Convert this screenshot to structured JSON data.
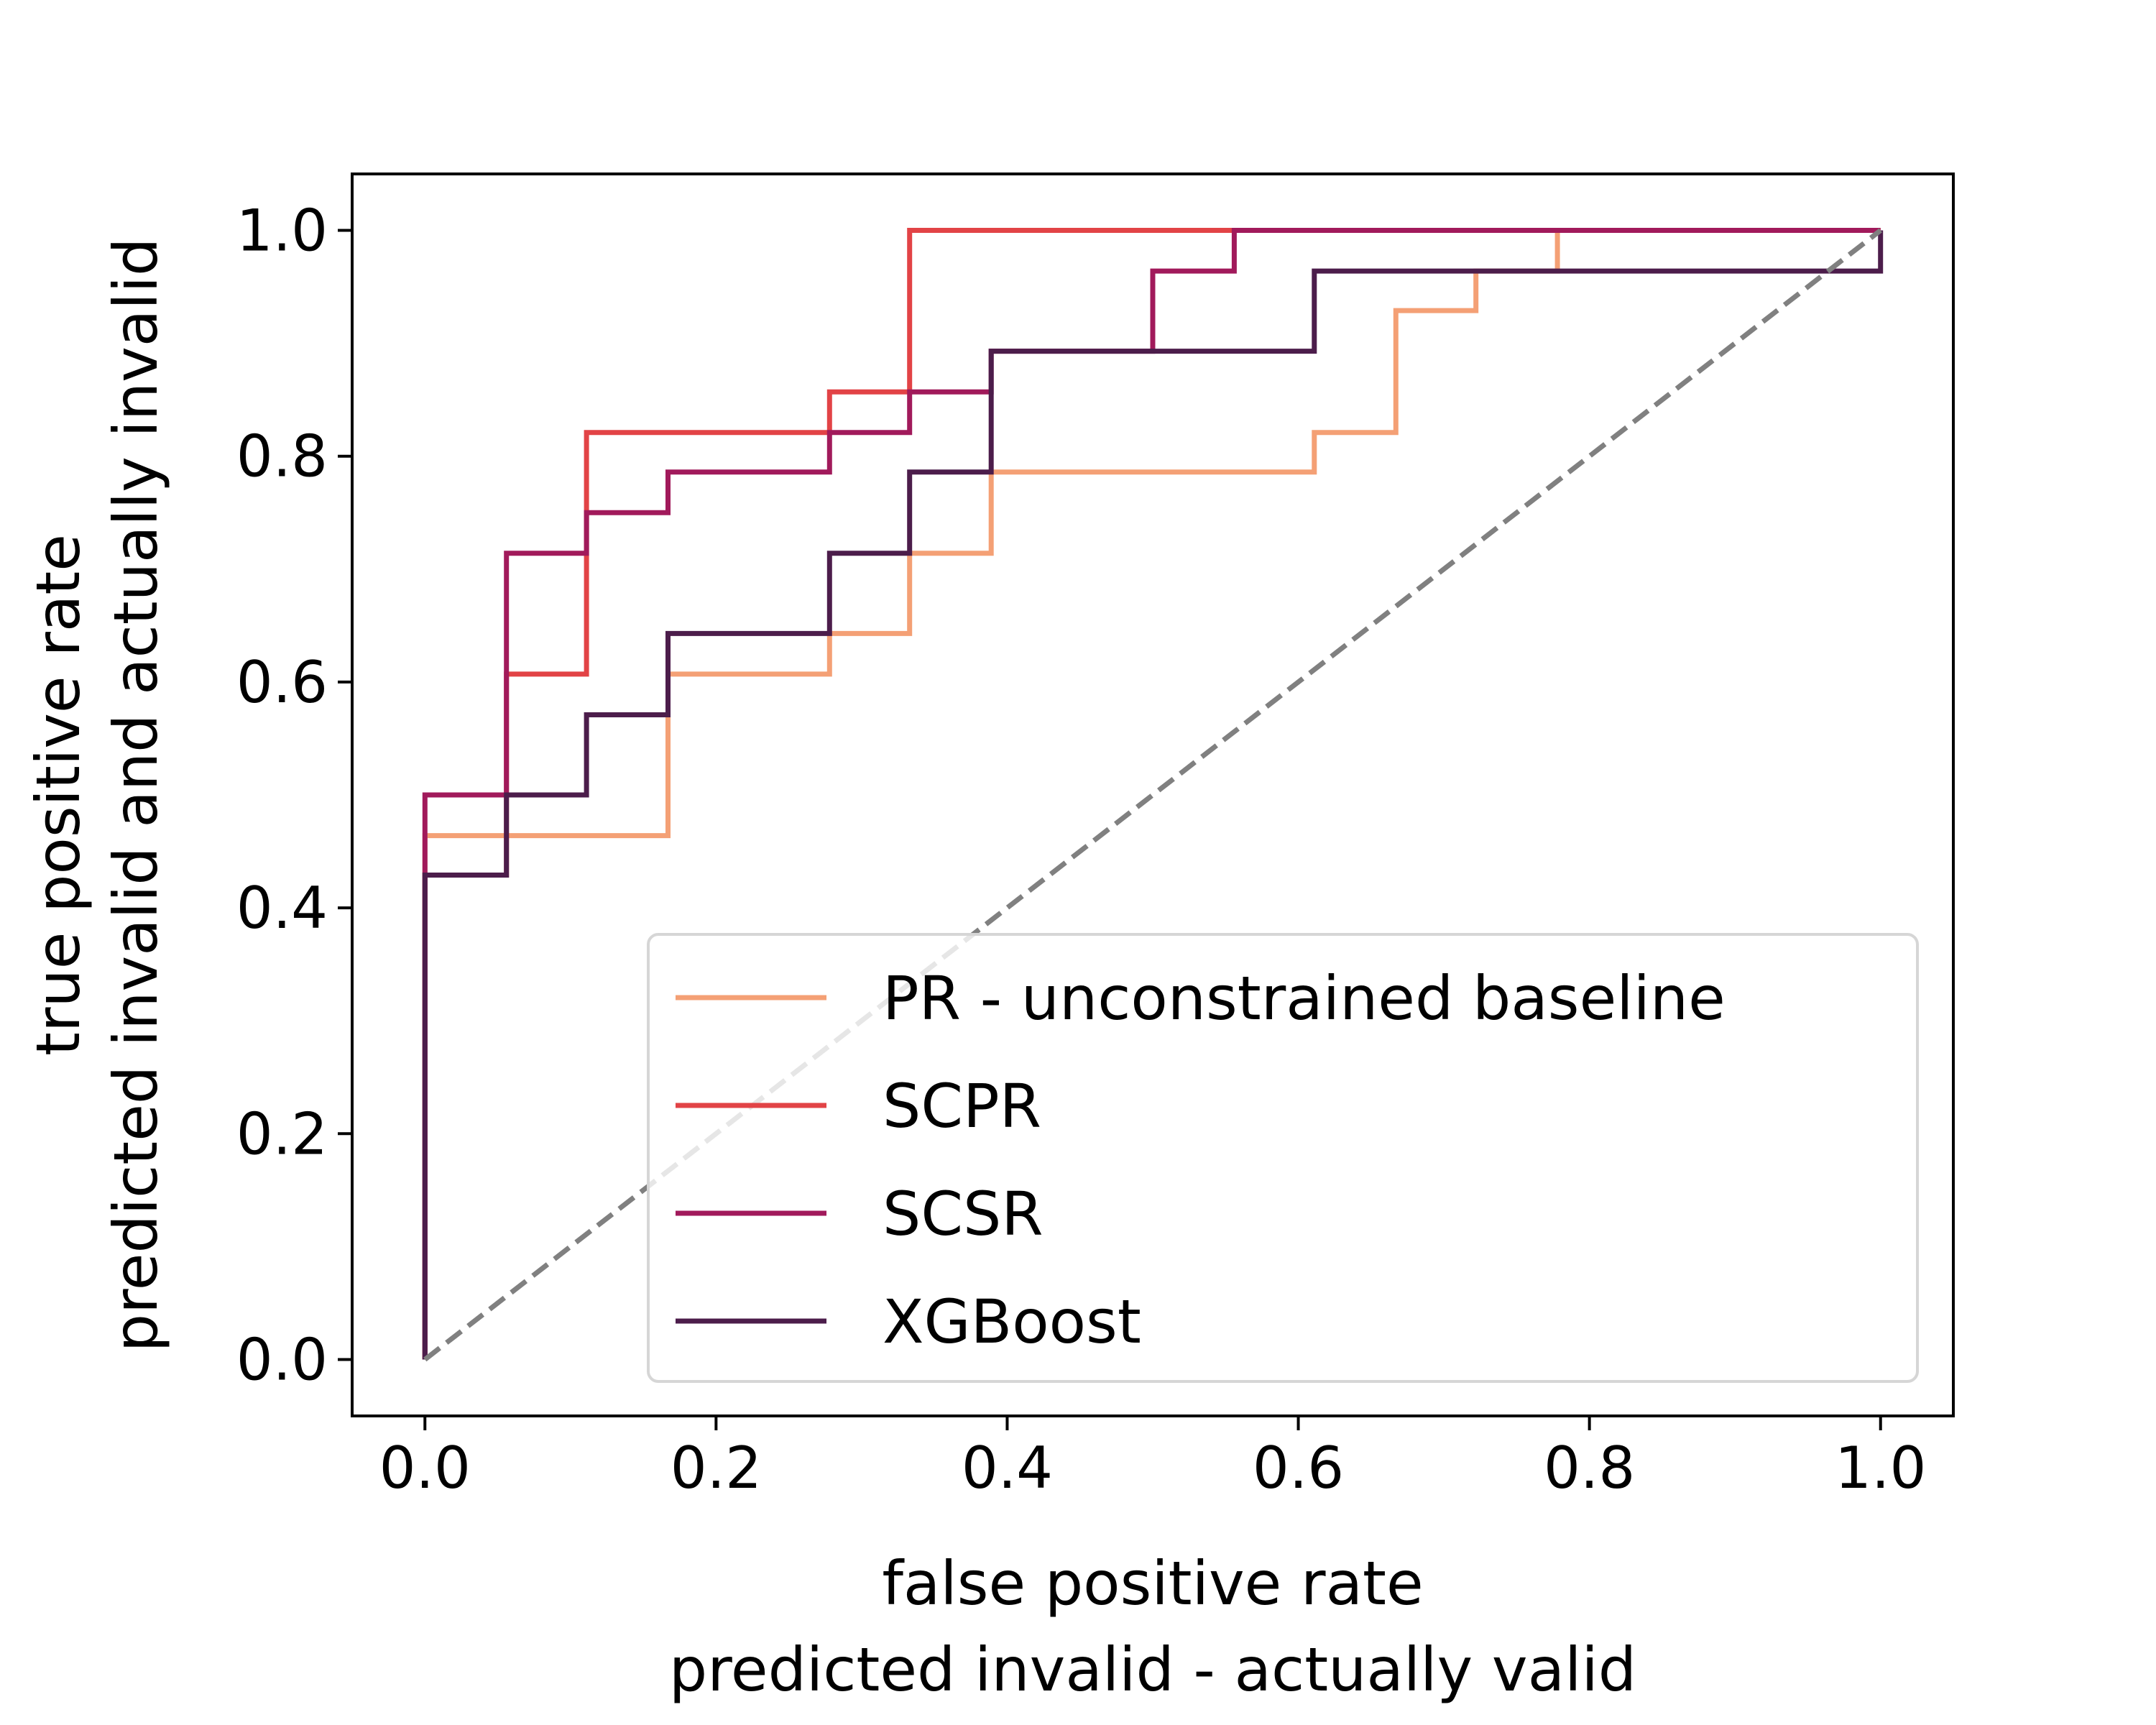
{
  "chart_data": {
    "type": "line",
    "step": true,
    "xlabel": [
      "false positive rate",
      "predicted invalid - actually valid"
    ],
    "ylabel": [
      "true positive rate",
      "predicted invalid and actually invalid"
    ],
    "xlim": [
      -0.05,
      1.05
    ],
    "ylim": [
      -0.05,
      1.05
    ],
    "xticks": [
      "0.0",
      "0.2",
      "0.4",
      "0.6",
      "0.8",
      "1.0"
    ],
    "yticks": [
      "0.0",
      "0.2",
      "0.4",
      "0.6",
      "0.8",
      "1.0"
    ],
    "grid": false,
    "legend_position": "lower-right",
    "reference_line": {
      "x": [
        0,
        1
      ],
      "y": [
        0,
        1
      ],
      "color": "#808080",
      "style": "dashed"
    },
    "series": [
      {
        "name": "PR - unconstrained baseline",
        "color": "#F4A075",
        "x": [
          0,
          0,
          0.167,
          0.167,
          0.278,
          0.278,
          0.333,
          0.333,
          0.389,
          0.389,
          0.611,
          0.611,
          0.667,
          0.667,
          0.722,
          0.722,
          0.778,
          0.778,
          1.0,
          1.0
        ],
        "y": [
          0,
          0.464,
          0.464,
          0.607,
          0.607,
          0.643,
          0.643,
          0.714,
          0.714,
          0.786,
          0.786,
          0.821,
          0.821,
          0.929,
          0.929,
          0.964,
          0.964,
          1.0,
          1.0,
          1.0
        ]
      },
      {
        "name": "SCPR",
        "color": "#E24346",
        "x": [
          0,
          0,
          0.056,
          0.056,
          0.111,
          0.111,
          0.278,
          0.278,
          0.333,
          0.333,
          1.0
        ],
        "y": [
          0,
          0.429,
          0.429,
          0.607,
          0.607,
          0.821,
          0.821,
          0.857,
          0.857,
          1.0,
          1.0
        ]
      },
      {
        "name": "SCSR",
        "color": "#A11A5B",
        "x": [
          0,
          0,
          0.056,
          0.056,
          0.111,
          0.111,
          0.167,
          0.167,
          0.278,
          0.278,
          0.333,
          0.333,
          0.389,
          0.389,
          0.5,
          0.5,
          0.556,
          0.556,
          1.0
        ],
        "y": [
          0,
          0.5,
          0.5,
          0.714,
          0.714,
          0.75,
          0.75,
          0.786,
          0.786,
          0.821,
          0.821,
          0.857,
          0.857,
          0.893,
          0.893,
          0.964,
          0.964,
          1.0,
          1.0
        ]
      },
      {
        "name": "XGBoost",
        "color": "#4C1D4B",
        "x": [
          0,
          0,
          0.056,
          0.056,
          0.111,
          0.111,
          0.167,
          0.167,
          0.278,
          0.278,
          0.333,
          0.333,
          0.389,
          0.389,
          0.611,
          0.611,
          1.0,
          1.0
        ],
        "y": [
          0,
          0.429,
          0.429,
          0.5,
          0.5,
          0.571,
          0.571,
          0.643,
          0.643,
          0.714,
          0.714,
          0.786,
          0.786,
          0.893,
          0.893,
          0.964,
          0.964,
          1.0
        ]
      }
    ]
  }
}
